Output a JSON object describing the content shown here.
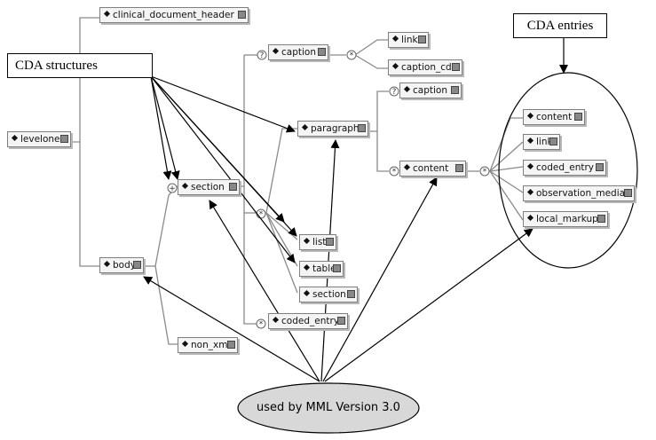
{
  "callouts": {
    "cda_structures": "CDA structures",
    "cda_entries": "CDA entries",
    "mml_version": "used by MML Version 3.0"
  },
  "nodes": {
    "levelone": "levelone",
    "clinical_document_header": "clinical_document_header",
    "body": "body",
    "section": "section",
    "non_xml": "non_xml",
    "caption": "caption",
    "link": "link",
    "caption_cd": "caption_cd",
    "paragraph": "paragraph",
    "caption2": "caption",
    "content": "content",
    "list": "list",
    "table": "table",
    "section2": "section",
    "coded_entry": "coded_entry",
    "e_content": "content",
    "e_link": "link",
    "e_coded_entry": "coded_entry",
    "e_observation_media": "observation_media",
    "e_local_markup": "local_markup"
  },
  "connectors": {
    "optional": "?",
    "sequence": "+",
    "choice": "*"
  }
}
